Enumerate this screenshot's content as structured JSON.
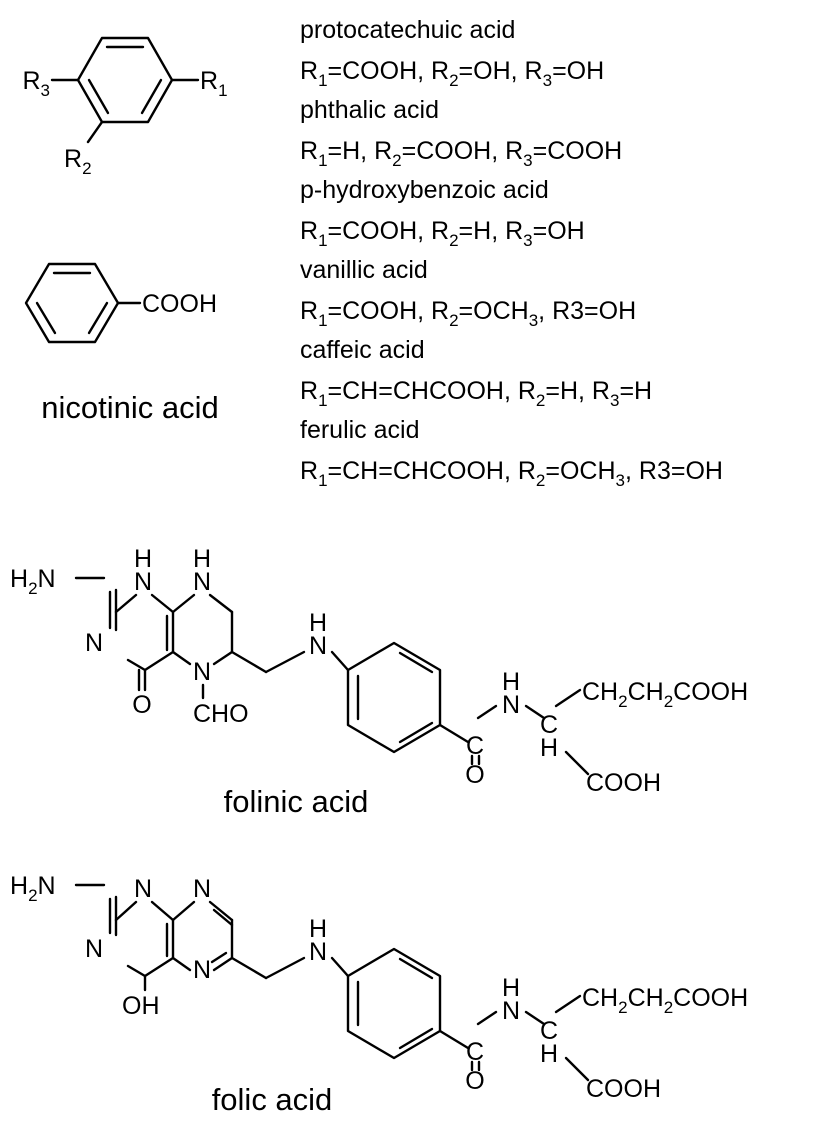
{
  "generic_structure": {
    "r1": "R1",
    "r2": "R2",
    "r3": "R3",
    "acids": [
      {
        "name": "protocatechuic acid",
        "substituents": "R1=COOH, R2=OH, R3=OH"
      },
      {
        "name": "phthalic acid",
        "substituents": "R1=H, R2=COOH, R3=COOH"
      },
      {
        "name": "p-hydroxybenzoic acid",
        "substituents": "R1=COOH, R2=H, R3=OH"
      },
      {
        "name": "vanillic acid",
        "substituents": "R1=COOH, R2=OCH3, R3=OH"
      },
      {
        "name": "caffeic acid",
        "substituents": "R1=CH=CHCOOH, R2=H, R3=H"
      },
      {
        "name": "ferulic acid",
        "substituents": "R1=CH=CHCOOH, R2=OCH3, R3=OH"
      }
    ]
  },
  "nicotinic": {
    "group": "COOH",
    "caption": "nicotinic acid"
  },
  "folinic": {
    "caption": "folinic acid",
    "h2n": "H2N",
    "n": "N",
    "h": "H",
    "o": "O",
    "cho": "CHO",
    "c": "C",
    "chain": "CH2CH2COOH",
    "cooh": "COOH"
  },
  "folic": {
    "caption": "folic acid",
    "h2n": "H2N",
    "n": "N",
    "h": "H",
    "o": "O",
    "oh": "OH",
    "c": "C",
    "chain": "CH2CH2COOH",
    "cooh": "COOH"
  }
}
